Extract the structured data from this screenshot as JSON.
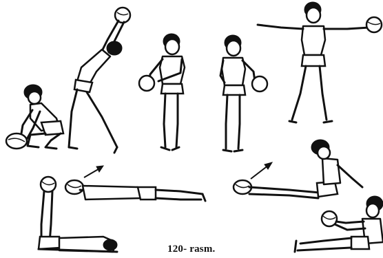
{
  "figure": {
    "caption": "120- rasm.",
    "ink_color": "#111111",
    "background_color": "#ffffff"
  },
  "figures": [
    {
      "name": "squatting-figure-with-ball"
    },
    {
      "name": "backbend-figure-ball-overhead"
    },
    {
      "name": "standing-figure-ball-right-hip"
    },
    {
      "name": "standing-figure-ball-left-hip"
    },
    {
      "name": "standing-figure-arms-out-ball"
    },
    {
      "name": "lying-figure-ball-behind-head"
    },
    {
      "name": "lying-figure-legs-raised-ball"
    },
    {
      "name": "sitting-figure-reaching-ball"
    },
    {
      "name": "sitting-figure-holding-ball"
    }
  ]
}
